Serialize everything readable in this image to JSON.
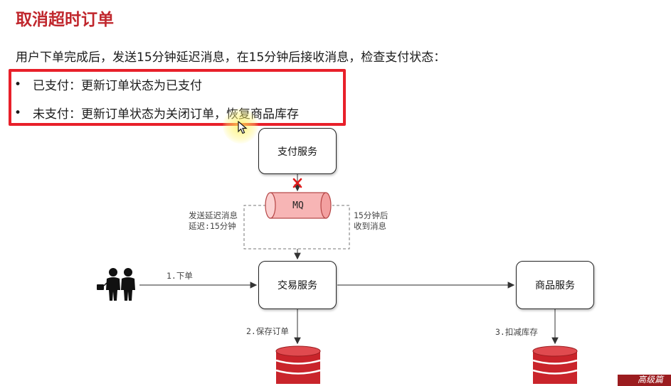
{
  "slide": {
    "title": "取消超时订单",
    "intro": "用户下单完成后，发送15分钟延迟消息，在15分钟后接收消息，检查支付状态：",
    "bullets": [
      {
        "marker": "•",
        "text": "已支付：更新订单状态为已支付"
      },
      {
        "marker": "•",
        "text": "未支付：更新订单状态为关闭订单，恢复商品库存"
      }
    ],
    "corner_badge": "高级篇"
  },
  "diagram": {
    "nodes": {
      "payment": "支付服务",
      "mq": "MQ",
      "trade": "交易服务",
      "product": "商品服务"
    },
    "labels": {
      "send_line1": "发送延迟消息",
      "send_line2": "延迟:15分钟",
      "recv_line1": "15分钟后",
      "recv_line2": "收到消息",
      "step1": "1.下单",
      "step2": "2.保存订单",
      "step3": "3.扣减库存"
    },
    "icons": [
      "users-icon",
      "database-icon",
      "cross-mark-icon"
    ],
    "colors": {
      "title": "#c0272d",
      "highlight_box": "#e8202a",
      "mq_fill": "#f7b5b5",
      "database": "#c9242b",
      "cross_mark": "#e01b1b"
    }
  }
}
